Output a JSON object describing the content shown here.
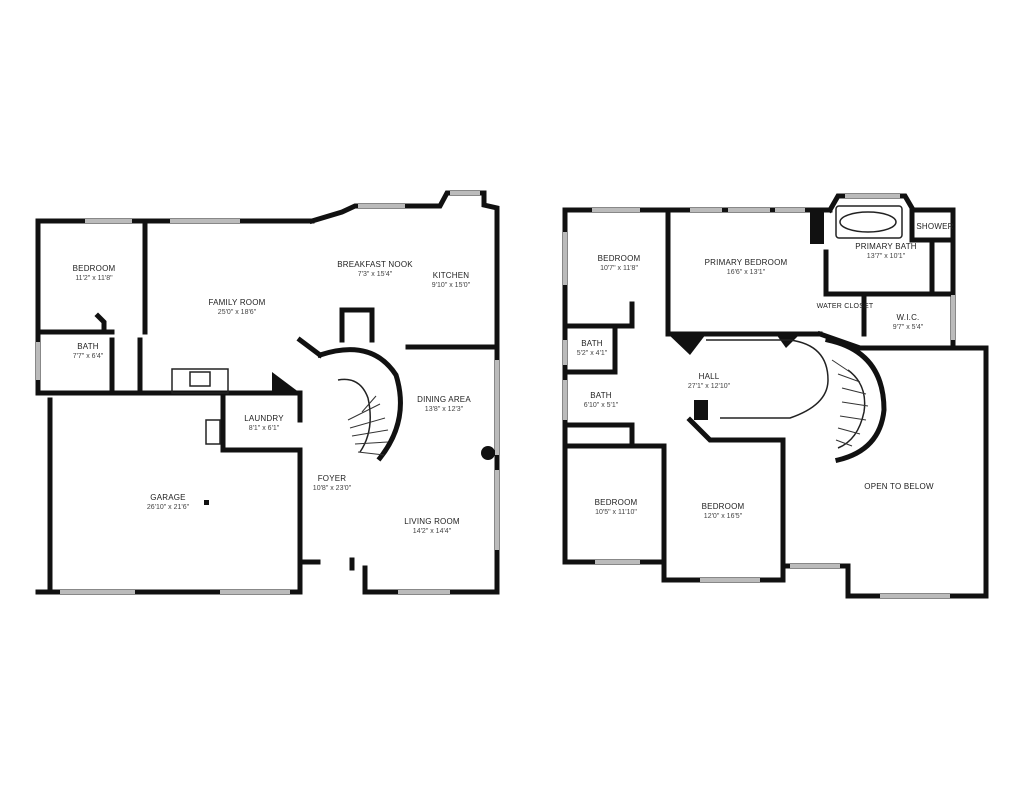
{
  "first_floor": {
    "rooms": [
      {
        "key": "bedroom",
        "label": "BEDROOM",
        "dims": "11'2\" x 11'8\""
      },
      {
        "key": "bath",
        "label": "BATH",
        "dims": "7'7\" x 6'4\""
      },
      {
        "key": "family_room",
        "label": "FAMILY ROOM",
        "dims": "25'0\" x 18'6\""
      },
      {
        "key": "breakfast_nook",
        "label": "BREAKFAST NOOK",
        "dims": "7'3\" x 15'4\""
      },
      {
        "key": "kitchen",
        "label": "KITCHEN",
        "dims": "9'10\" x 15'0\""
      },
      {
        "key": "laundry",
        "label": "LAUNDRY",
        "dims": "8'1\" x 6'1\""
      },
      {
        "key": "dining_area",
        "label": "DINING AREA",
        "dims": "13'8\" x 12'3\""
      },
      {
        "key": "garage",
        "label": "GARAGE",
        "dims": "26'10\" x 21'6\""
      },
      {
        "key": "foyer",
        "label": "FOYER",
        "dims": "10'8\" x 23'0\""
      },
      {
        "key": "living_room",
        "label": "LIVING ROOM",
        "dims": "14'2\" x 14'4\""
      }
    ]
  },
  "second_floor": {
    "rooms": [
      {
        "key": "bedroom_nw",
        "label": "BEDROOM",
        "dims": "10'7\" x 11'8\""
      },
      {
        "key": "primary_bedroom",
        "label": "PRIMARY BEDROOM",
        "dims": "16'6\" x 13'1\""
      },
      {
        "key": "primary_bath",
        "label": "PRIMARY BATH",
        "dims": "13'7\" x 10'1\""
      },
      {
        "key": "shower",
        "label": "SHOWER",
        "dims": ""
      },
      {
        "key": "water_closet",
        "label": "WATER CLOSET",
        "dims": ""
      },
      {
        "key": "wic",
        "label": "W.I.C.",
        "dims": "9'7\" x 5'4\""
      },
      {
        "key": "bath_a",
        "label": "BATH",
        "dims": "5'2\" x 4'1\""
      },
      {
        "key": "hall",
        "label": "HALL",
        "dims": "27'1\" x 12'10\""
      },
      {
        "key": "bath_b",
        "label": "BATH",
        "dims": "6'10\" x 5'1\""
      },
      {
        "key": "bedroom_sw",
        "label": "BEDROOM",
        "dims": "10'5\" x 11'10\""
      },
      {
        "key": "bedroom_s",
        "label": "BEDROOM",
        "dims": "12'0\" x 16'5\""
      },
      {
        "key": "open_to_below",
        "label": "OPEN TO BELOW",
        "dims": ""
      }
    ]
  }
}
